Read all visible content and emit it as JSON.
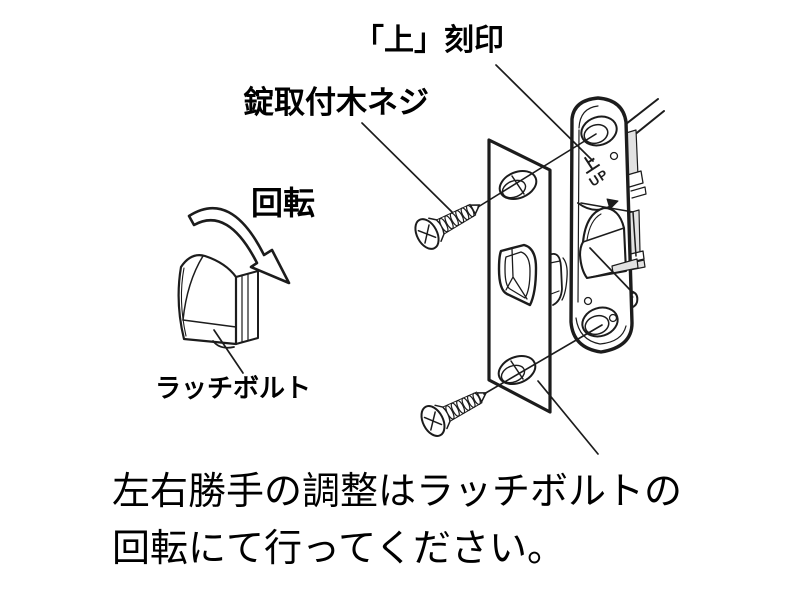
{
  "diagram": {
    "callouts": {
      "engraving": "「上」刻印",
      "mounting_screw": "錠取付木ネジ",
      "rotation": "回転",
      "latch_bolt": "ラッチボルト"
    },
    "engraving": {
      "kanji": "上",
      "latin": "UP"
    },
    "caption": {
      "line1": "左右勝手の調整はラッチボルトの",
      "line2": "回転にて行ってください。"
    },
    "colors": {
      "line": "#1c1c1c",
      "background": "#ffffff",
      "shading": "#e2e2e2"
    }
  }
}
